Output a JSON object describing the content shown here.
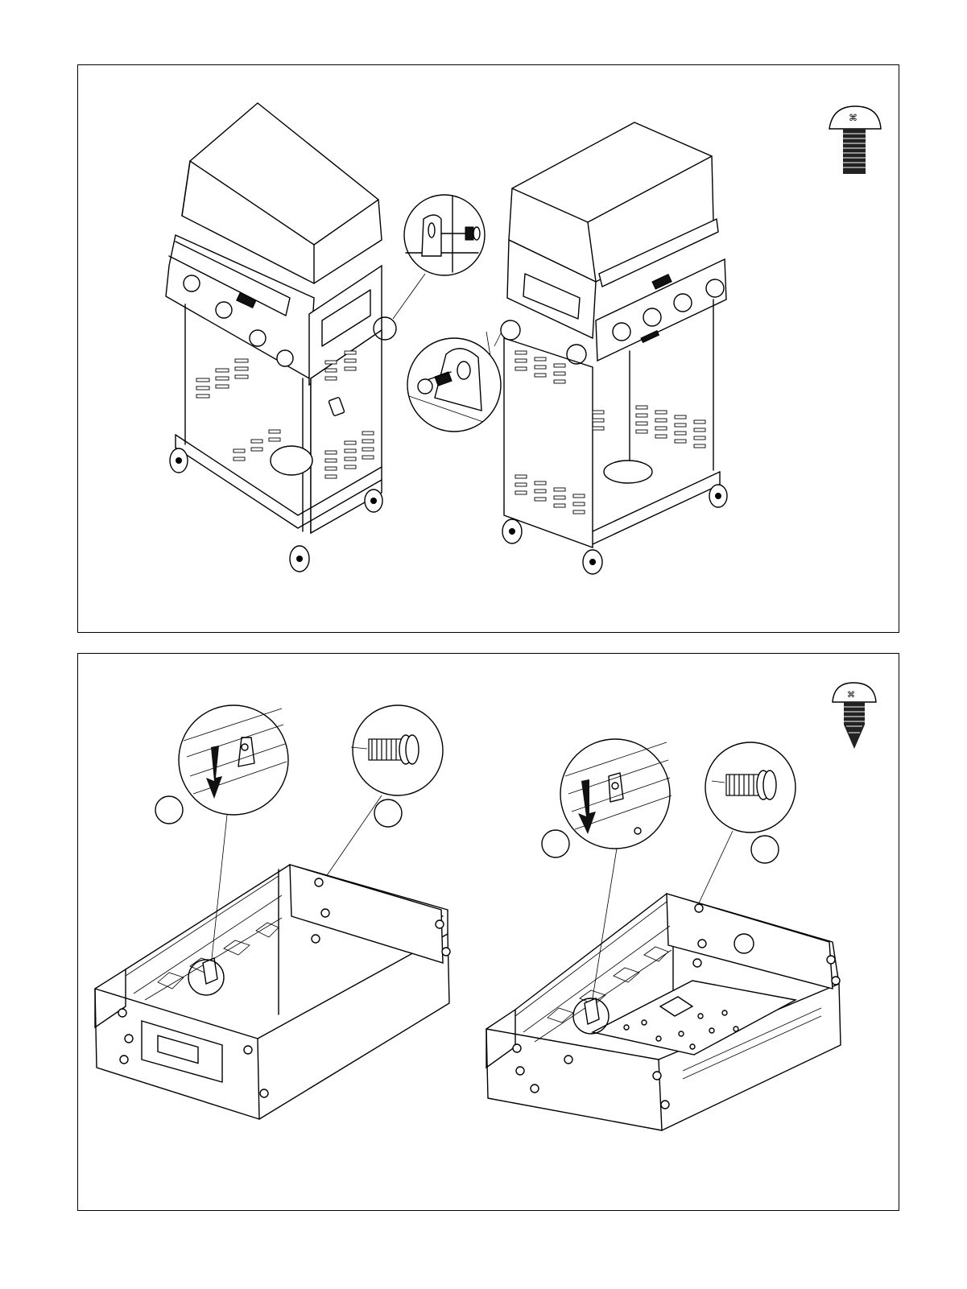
{
  "page": {
    "panels": [
      {
        "id": "top",
        "content": "grill-cart-attach-head"
      },
      {
        "id": "bottom",
        "content": "firebox-side-panel-attach"
      }
    ]
  },
  "icons": {
    "top_hardware": "flat-head-bolt-icon",
    "bottom_hardware": "self-tapping-screw-icon",
    "detail_bolt": "bolt-detail-icon",
    "insert_arrow": "down-arrow-icon",
    "step_marker": "step-circle-icon"
  },
  "colors": {
    "line": "#000000",
    "background": "#ffffff",
    "fill_dark": "#111111"
  }
}
